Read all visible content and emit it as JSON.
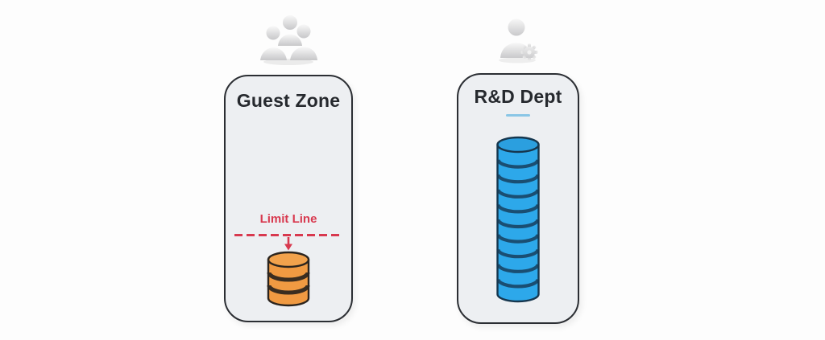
{
  "colors": {
    "page_bg": "#FDFDFD",
    "panel_bg": "#EDEFF2",
    "panel_border": "#2B2E33",
    "title": "#26292E",
    "limit_red": "#D8394F",
    "underline_blue": "#8AC6E6"
  },
  "guest_zone": {
    "title": "Guest Zone",
    "icon": "people-group-icon",
    "limit_line": {
      "label": "Limit Line"
    },
    "storage": {
      "type": "cylinder",
      "segments": 3,
      "fill": "#F09A42",
      "top_fill": "#F2A24C",
      "stroke": "#2B241E",
      "band": "#3A2D20",
      "band_width": 5,
      "ry": 9
    }
  },
  "rd_dept": {
    "title": "R&D Dept",
    "icon": "person-gear-icon",
    "storage": {
      "type": "cylinder",
      "segments": 10,
      "fill": "#2DA8EA",
      "top_fill": "#2B9FDF",
      "stroke": "#16374F",
      "band": "#1A4E72",
      "band_width": 4.2,
      "ry": 9
    }
  }
}
